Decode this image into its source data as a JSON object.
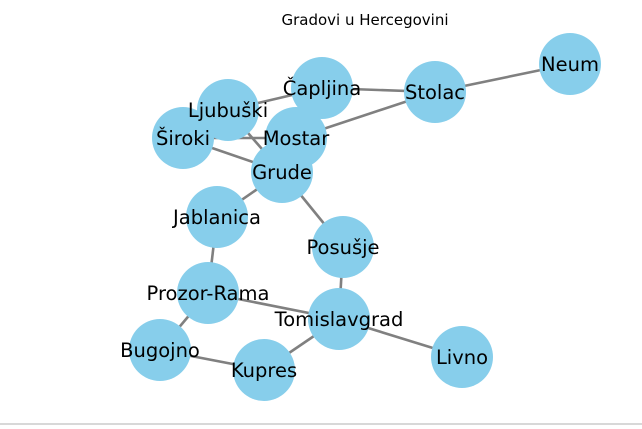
{
  "title": "Gradovi u Hercegovini",
  "colors": {
    "node": "#87ceeb",
    "edge": "#808080",
    "text": "#000000"
  },
  "nodes": [
    {
      "id": "neum",
      "label": "Neum"
    },
    {
      "id": "stolac",
      "label": "Stolac"
    },
    {
      "id": "capljina",
      "label": "Čapljina"
    },
    {
      "id": "ljubuski",
      "label": "Ljubuški"
    },
    {
      "id": "mostar",
      "label": "Mostar"
    },
    {
      "id": "siroki",
      "label": "Široki"
    },
    {
      "id": "grude",
      "label": "Grude"
    },
    {
      "id": "jablanica",
      "label": "Jablanica"
    },
    {
      "id": "posusje",
      "label": "Posušje"
    },
    {
      "id": "prozor",
      "label": "Prozor-Rama"
    },
    {
      "id": "tomislavgrad",
      "label": "Tomislavgrad"
    },
    {
      "id": "livno",
      "label": "Livno"
    },
    {
      "id": "bugojno",
      "label": "Bugojno"
    },
    {
      "id": "kupres",
      "label": "Kupres"
    }
  ],
  "edges": [
    [
      "neum",
      "stolac"
    ],
    [
      "stolac",
      "capljina"
    ],
    [
      "stolac",
      "mostar"
    ],
    [
      "capljina",
      "ljubuski"
    ],
    [
      "capljina",
      "mostar"
    ],
    [
      "ljubuski",
      "grude"
    ],
    [
      "mostar",
      "siroki"
    ],
    [
      "mostar",
      "grude"
    ],
    [
      "siroki",
      "grude"
    ],
    [
      "grude",
      "jablanica"
    ],
    [
      "grude",
      "posusje"
    ],
    [
      "jablanica",
      "prozor"
    ],
    [
      "posusje",
      "tomislavgrad"
    ],
    [
      "prozor",
      "tomislavgrad"
    ],
    [
      "prozor",
      "bugojno"
    ],
    [
      "tomislavgrad",
      "livno"
    ],
    [
      "tomislavgrad",
      "kupres"
    ],
    [
      "bugojno",
      "kupres"
    ]
  ]
}
